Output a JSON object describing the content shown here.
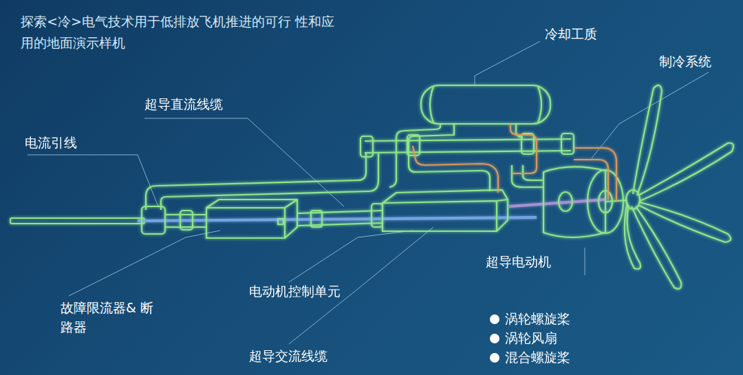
{
  "diagram": {
    "title": "探索<冷>电气技术用于低排放飞机推进的可行 性和应用的地面演示样机",
    "labels": [
      "冷却工质",
      "制冷系统",
      "超导直流线缆",
      "电流引线",
      "超导电动机",
      "故障限流器& 断路器",
      "电动机控制单元",
      "超导交流线缆",
      "涡轮螺旋桨",
      "涡轮风扇",
      "混合螺旋桨"
    ]
  }
}
